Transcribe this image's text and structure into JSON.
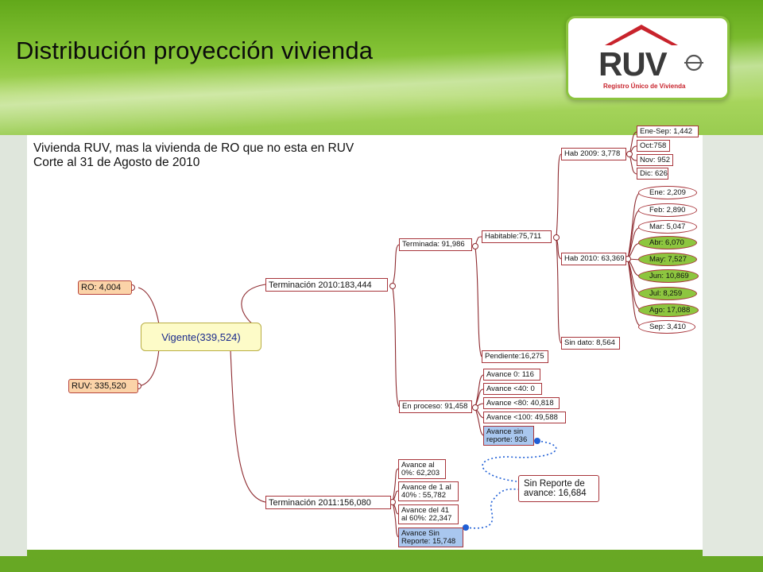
{
  "slide_title": "Distribución proyección vivienda",
  "logo": {
    "word": "RUV",
    "subtitle": "Registro Único de Vivienda"
  },
  "header": {
    "line1": "Vivienda RUV, mas la vivienda de RO que no esta en RUV",
    "line2": "Corte al 31  de Agosto de 2010"
  },
  "tree": {
    "root": "Vigente(339,524)",
    "ro": "RO: 4,004",
    "ruv": "RUV: 335,520",
    "term2010": "Terminación 2010:183,444",
    "terminada": "Terminada: 91,986",
    "habitable": "Habitable:75,711",
    "hab2009": "Hab 2009: 3,778",
    "hab2009_months": [
      "Ene-Sep: 1,442",
      "Oct:758",
      "Nov: 952",
      "Dic: 626"
    ],
    "hab2010": "Hab 2010: 63,369",
    "hab2010_months": [
      "Ene: 2,209",
      "Feb: 2,890",
      "Mar: 5,047",
      "Abr:  6,070",
      "May:  7,527",
      "Jun: 10,869",
      "Jul: 8,259",
      "Ago: 17,088",
      "Sep: 3,410"
    ],
    "sin_dato": "Sin dato: 8,564",
    "pendiente": "Pendiente:16,275",
    "en_proceso": "En proceso: 91,458",
    "avances": [
      "Avance 0: 116",
      "Avance <40: 0",
      "Avance <80: 40,818",
      "Avance <100: 49,588"
    ],
    "avance_sin_reporte": "Avance sin reporte: 936",
    "term2011": "Terminación 2011:156,080",
    "avances2011": [
      "Avance al 0%:  62,203",
      "Avance de 1 al 40% : 55,782",
      "Avance del 41 al 60%: 22,347"
    ],
    "avance_sin_reporte_2011": "Avance Sin Reporte: 15,748",
    "sin_reporte_total": "Sin Reporte de avance: 16,684"
  },
  "colors": {
    "accent_green": "#8dc63f",
    "line_red": "#8e2b30",
    "node_orange": "#fbd3a8",
    "node_blue": "#a9c7ef",
    "dotted_blue": "#1f5fd6"
  }
}
